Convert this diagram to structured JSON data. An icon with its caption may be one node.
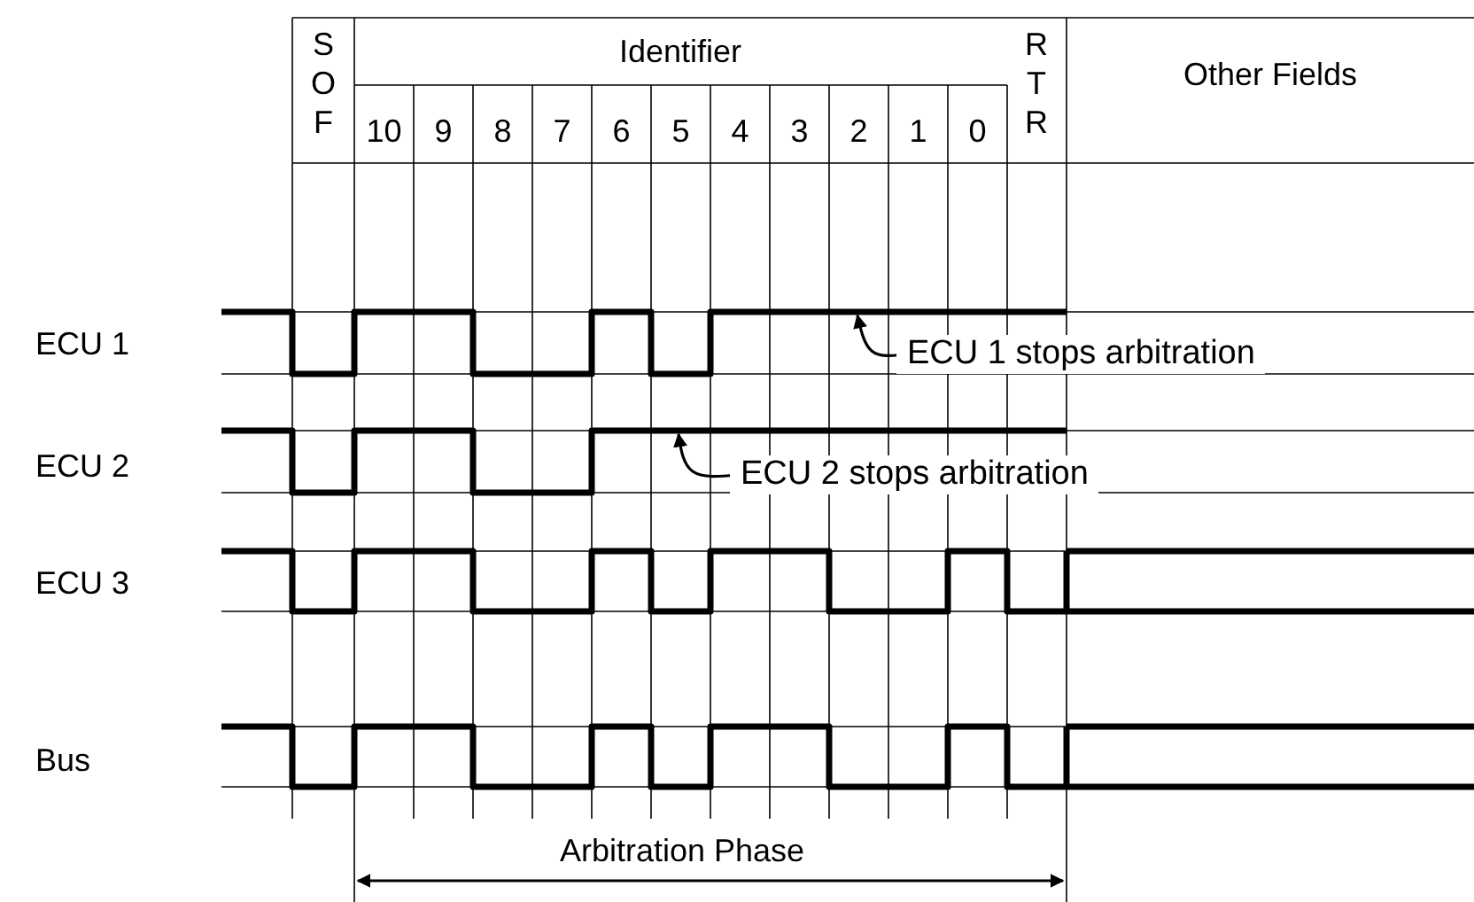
{
  "diagram": {
    "nodes": [
      {
        "text": [
          "ECU 1 stops arbitration"
        ]
      },
      {
        "text": [],
        "shape": "line"
      },
      {
        "text": [
          "ECU 2 stops arbitration"
        ]
      },
      {
        "text": [],
        "shape": "line"
      }
    ],
    "edges": [
      {
        "from": 0,
        "to": 1,
        "arrow": "to"
      },
      {
        "from": 2,
        "to": 3,
        "arrow": "to"
      }
    ],
    "labels": [
      "SOF",
      "Identifier",
      "RTR",
      "Other Fields",
      "10",
      "9",
      "8",
      "7",
      "6",
      "5",
      "4",
      "3",
      "2",
      "1",
      "0",
      "ECU 1",
      "ECU 2",
      "ECU 3",
      "Bus",
      "Arbitration Phase"
    ]
  }
}
